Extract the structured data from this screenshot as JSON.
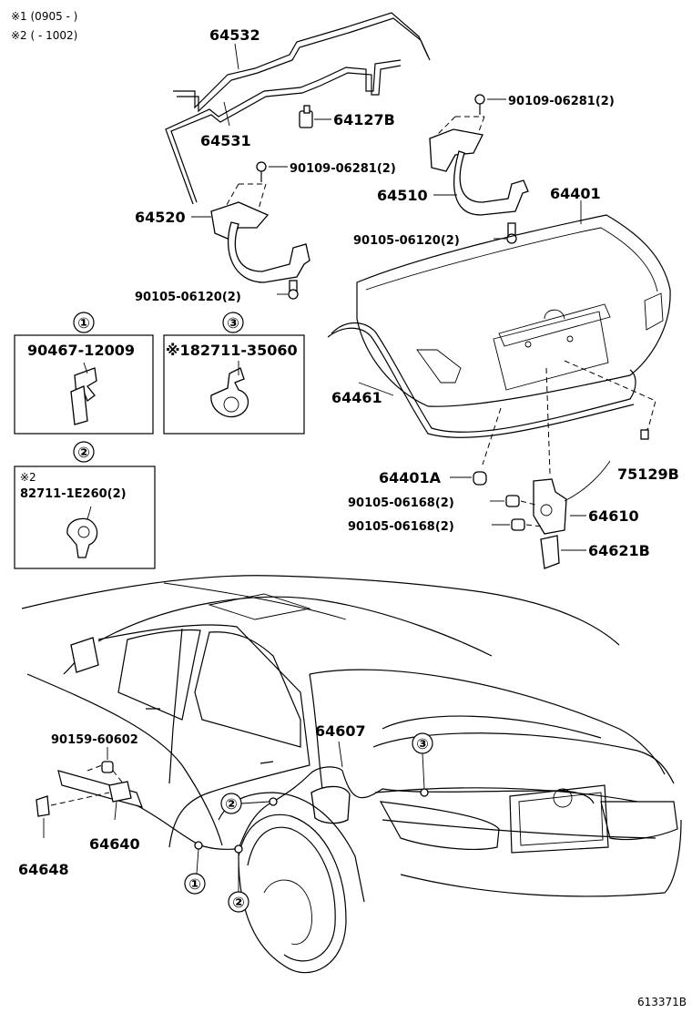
{
  "notes": {
    "n1": "※1 (0905 -        )",
    "n2": "※2 (        - 1002)"
  },
  "labels": {
    "p64532": "64532",
    "p64531": "64531",
    "p64127B": "64127B",
    "p90109_a": "90109-06281(2)",
    "p90109_b": "90109-06281(2)",
    "p64510": "64510",
    "p64401": "64401",
    "p64520": "64520",
    "p90105_06120_a": "90105-06120(2)",
    "p90105_06120_b": "90105-06120(2)",
    "p64461": "64461",
    "p64401A": "64401A",
    "p75129B": "75129B",
    "p90105_06168_a": "90105-06168(2)",
    "p90105_06168_b": "90105-06168(2)",
    "p64610": "64610",
    "p64621B": "64621B",
    "p64607": "64607",
    "p90159": "90159-60602",
    "p64640": "64640",
    "p64648": "64648",
    "footer_code": "613371B"
  },
  "insets": {
    "c1": {
      "marker": "①",
      "part": "90467-12009"
    },
    "c2": {
      "marker": "②",
      "note": "※2",
      "part": "82711-1E260(2)"
    },
    "c3": {
      "marker": "③",
      "part": "※182711-35060"
    }
  },
  "callouts": {
    "m1": "①",
    "m2a": "②",
    "m2b": "②",
    "m3": "③"
  }
}
